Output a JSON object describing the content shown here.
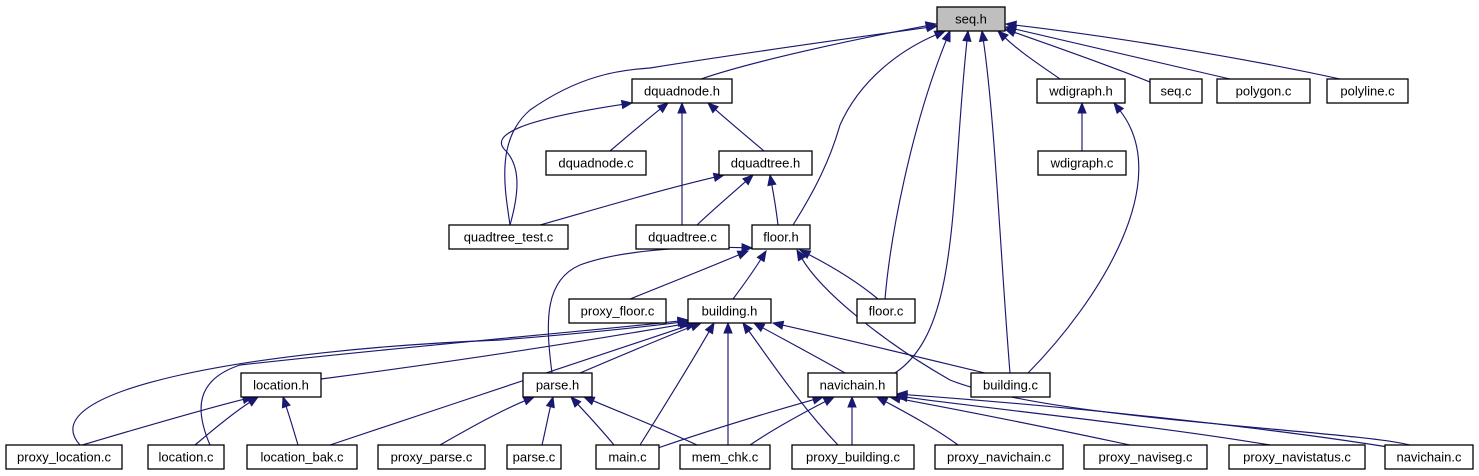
{
  "graph": {
    "root": "seq_h",
    "colors": {
      "edge": "#191970",
      "node_border": "#000000",
      "node_fill": "#ffffff",
      "highlight_fill": "#bfbfbf"
    },
    "nodes": [
      {
        "id": "seq_h",
        "label": "seq.h",
        "highlight": true
      },
      {
        "id": "dquadnode_h",
        "label": "dquadnode.h"
      },
      {
        "id": "wdigraph_h",
        "label": "wdigraph.h"
      },
      {
        "id": "seq_c",
        "label": "seq.c"
      },
      {
        "id": "polygon_c",
        "label": "polygon.c"
      },
      {
        "id": "polyline_c",
        "label": "polyline.c"
      },
      {
        "id": "dquadnode_c",
        "label": "dquadnode.c"
      },
      {
        "id": "dquadtree_h",
        "label": "dquadtree.h"
      },
      {
        "id": "wdigraph_c",
        "label": "wdigraph.c"
      },
      {
        "id": "quadtree_test_c",
        "label": "quadtree_test.c"
      },
      {
        "id": "dquadtree_c",
        "label": "dquadtree.c"
      },
      {
        "id": "floor_h",
        "label": "floor.h"
      },
      {
        "id": "proxy_floor_c",
        "label": "proxy_floor.c"
      },
      {
        "id": "building_h",
        "label": "building.h"
      },
      {
        "id": "floor_c",
        "label": "floor.c"
      },
      {
        "id": "location_h",
        "label": "location.h"
      },
      {
        "id": "parse_h",
        "label": "parse.h"
      },
      {
        "id": "navichain_h",
        "label": "navichain.h"
      },
      {
        "id": "building_c",
        "label": "building.c"
      },
      {
        "id": "proxy_location_c",
        "label": "proxy_location.c"
      },
      {
        "id": "location_c",
        "label": "location.c"
      },
      {
        "id": "location_bak_c",
        "label": "location_bak.c"
      },
      {
        "id": "proxy_parse_c",
        "label": "proxy_parse.c"
      },
      {
        "id": "parse_c",
        "label": "parse.c"
      },
      {
        "id": "main_c",
        "label": "main.c"
      },
      {
        "id": "mem_chk_c",
        "label": "mem_chk.c"
      },
      {
        "id": "proxy_building_c",
        "label": "proxy_building.c"
      },
      {
        "id": "proxy_navichain_c",
        "label": "proxy_navichain.c"
      },
      {
        "id": "proxy_naviseg_c",
        "label": "proxy_naviseg.c"
      },
      {
        "id": "proxy_navistatus_c",
        "label": "proxy_navistatus.c"
      },
      {
        "id": "navichain_c",
        "label": "navichain.c"
      }
    ],
    "edges": [
      {
        "from": "dquadnode_h",
        "to": "seq_h"
      },
      {
        "from": "quadtree_test_c",
        "to": "seq_h"
      },
      {
        "from": "floor_h",
        "to": "seq_h"
      },
      {
        "from": "floor_c",
        "to": "seq_h"
      },
      {
        "from": "navichain_h",
        "to": "seq_h"
      },
      {
        "from": "building_c",
        "to": "seq_h"
      },
      {
        "from": "wdigraph_h",
        "to": "seq_h"
      },
      {
        "from": "seq_c",
        "to": "seq_h"
      },
      {
        "from": "polygon_c",
        "to": "seq_h"
      },
      {
        "from": "polyline_c",
        "to": "seq_h"
      },
      {
        "from": "quadtree_test_c",
        "to": "dquadnode_h"
      },
      {
        "from": "dquadnode_c",
        "to": "dquadnode_h"
      },
      {
        "from": "dquadtree_c",
        "to": "dquadnode_h"
      },
      {
        "from": "dquadtree_h",
        "to": "dquadnode_h"
      },
      {
        "from": "quadtree_test_c",
        "to": "dquadtree_h"
      },
      {
        "from": "dquadtree_c",
        "to": "dquadtree_h"
      },
      {
        "from": "floor_h",
        "to": "dquadtree_h"
      },
      {
        "from": "wdigraph_c",
        "to": "wdigraph_h"
      },
      {
        "from": "building_c",
        "to": "wdigraph_h"
      },
      {
        "from": "parse_h",
        "to": "floor_h"
      },
      {
        "from": "proxy_floor_c",
        "to": "floor_h"
      },
      {
        "from": "building_h",
        "to": "floor_h"
      },
      {
        "from": "floor_c",
        "to": "floor_h"
      },
      {
        "from": "navichain_c",
        "to": "floor_h"
      },
      {
        "from": "proxy_location_c",
        "to": "building_h"
      },
      {
        "from": "location_c",
        "to": "building_h"
      },
      {
        "from": "location_h",
        "to": "building_h"
      },
      {
        "from": "location_bak_c",
        "to": "building_h"
      },
      {
        "from": "parse_h",
        "to": "building_h"
      },
      {
        "from": "main_c",
        "to": "building_h"
      },
      {
        "from": "mem_chk_c",
        "to": "building_h"
      },
      {
        "from": "proxy_building_c",
        "to": "building_h"
      },
      {
        "from": "navichain_h",
        "to": "building_h"
      },
      {
        "from": "building_c",
        "to": "building_h"
      },
      {
        "from": "proxy_location_c",
        "to": "location_h"
      },
      {
        "from": "location_c",
        "to": "location_h"
      },
      {
        "from": "location_bak_c",
        "to": "location_h"
      },
      {
        "from": "proxy_parse_c",
        "to": "parse_h"
      },
      {
        "from": "parse_c",
        "to": "parse_h"
      },
      {
        "from": "main_c",
        "to": "parse_h"
      },
      {
        "from": "mem_chk_c",
        "to": "parse_h"
      },
      {
        "from": "main_c",
        "to": "navichain_h"
      },
      {
        "from": "mem_chk_c",
        "to": "navichain_h"
      },
      {
        "from": "proxy_building_c",
        "to": "navichain_h"
      },
      {
        "from": "proxy_navichain_c",
        "to": "navichain_h"
      },
      {
        "from": "proxy_naviseg_c",
        "to": "navichain_h"
      },
      {
        "from": "proxy_navistatus_c",
        "to": "navichain_h"
      },
      {
        "from": "navichain_c",
        "to": "navichain_h"
      }
    ]
  }
}
